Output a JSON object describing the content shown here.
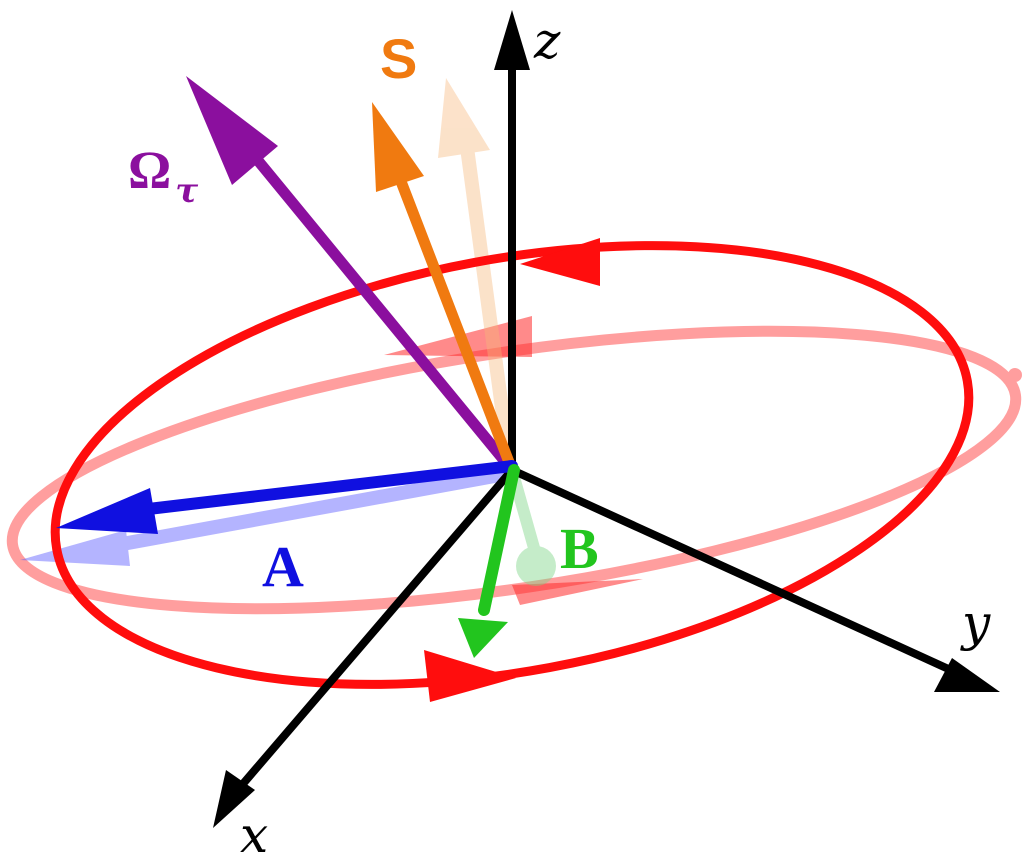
{
  "diagram": {
    "axes": {
      "x_label": "x",
      "y_label": "y",
      "z_label": "z"
    },
    "vectors": {
      "omega": {
        "label": "Ω",
        "subscript": "τ",
        "color": "#8B0F9E"
      },
      "spin": {
        "label": "S",
        "color": "#F07A10"
      },
      "a": {
        "label": "A",
        "color": "#1010E0"
      },
      "b": {
        "label": "B",
        "color": "#22C51E"
      }
    },
    "orbits": {
      "current_color": "#FF0D0D",
      "ghost_color": "#F4A4A4"
    }
  }
}
